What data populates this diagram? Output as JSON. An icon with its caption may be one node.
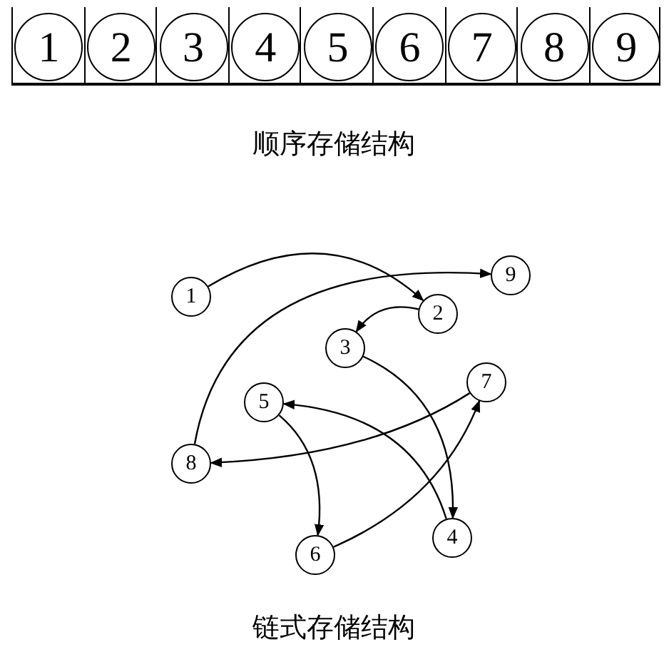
{
  "diagram": {
    "nodes": [
      {
        "text": [],
        "shape": "box"
      },
      {
        "text": [
          "1"
        ],
        "in": 0
      },
      {
        "text": [
          "2"
        ],
        "in": 0
      },
      {
        "text": [
          "3"
        ],
        "in": 0
      },
      {
        "text": [
          "4"
        ],
        "in": 0
      },
      {
        "text": [
          "5"
        ],
        "in": 0
      },
      {
        "text": [
          "6"
        ],
        "in": 0
      },
      {
        "text": [
          "7"
        ],
        "in": 0
      },
      {
        "text": [
          "8"
        ],
        "in": 0
      },
      {
        "text": [
          "9"
        ],
        "in": 0
      },
      {
        "text": [
          "1"
        ]
      },
      {
        "text": [
          "2"
        ]
      },
      {
        "text": [
          "3"
        ]
      },
      {
        "text": [
          "4"
        ]
      },
      {
        "text": [
          "5"
        ]
      },
      {
        "text": [
          "6"
        ]
      },
      {
        "text": [
          "7"
        ]
      },
      {
        "text": [
          "8"
        ]
      },
      {
        "text": [
          "9"
        ]
      }
    ],
    "edges": [
      {
        "from": 10,
        "to": 11,
        "arrow": "to"
      },
      {
        "from": 11,
        "to": 12,
        "arrow": "to"
      },
      {
        "from": 12,
        "to": 13,
        "arrow": "to"
      },
      {
        "from": 13,
        "to": 14,
        "arrow": "to"
      },
      {
        "from": 14,
        "to": 15,
        "arrow": "to"
      },
      {
        "from": 15,
        "to": 16,
        "arrow": "to"
      },
      {
        "from": 16,
        "to": 17,
        "arrow": "to"
      },
      {
        "from": 17,
        "to": 18,
        "arrow": "to"
      }
    ],
    "labels": [
      "顺序存储结构",
      "链式存储结构"
    ]
  }
}
